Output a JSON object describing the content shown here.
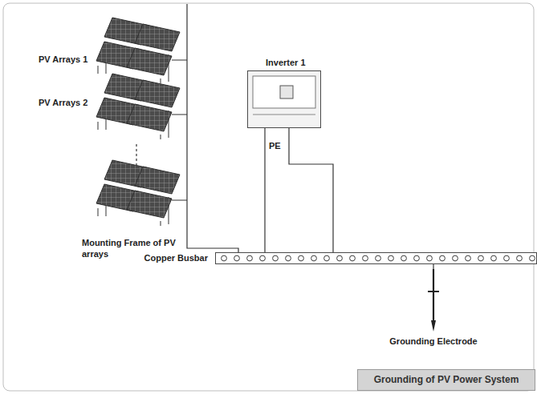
{
  "diagram": {
    "title": "Grounding of PV Power System",
    "nodes": [
      {
        "text": [
          "Inverter 1"
        ]
      },
      {
        "text": [
          "Copper Busbar"
        ]
      },
      {
        "text": [
          "Grounding Electrode"
        ]
      }
    ],
    "edges": [
      {
        "from": 0,
        "to": 1,
        "arrow": "none",
        "label": "PE"
      },
      {
        "from": 0,
        "to": 1,
        "arrow": "none"
      },
      {
        "from": 2,
        "to": 1,
        "arrow": "none"
      }
    ],
    "labels": [
      "PV Arrays 1",
      "PV Arrays 2",
      "Mounting Frame of PV arrays"
    ]
  }
}
